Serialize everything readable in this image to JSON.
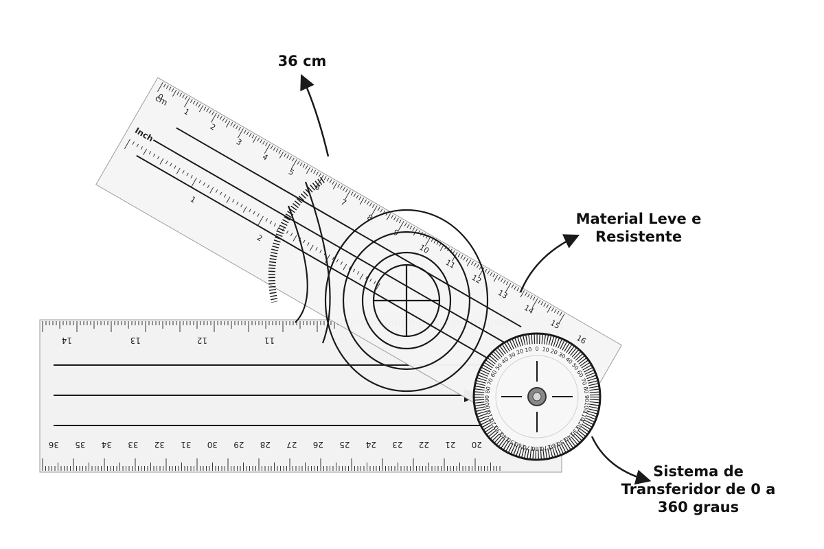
{
  "callouts": {
    "length": "36 cm",
    "material": [
      "Material Leve e",
      "Resistente"
    ],
    "protractor": [
      "Sistema de",
      "Transferidor de 0 a",
      "360 graus"
    ]
  },
  "ruler_labels": {
    "unit_cm": "cm",
    "unit_inch": "Inch",
    "zero": "0"
  },
  "colors": {
    "ink": "#1a1a1a",
    "plastic": "#f3f3f3",
    "background": "#ffffff"
  }
}
